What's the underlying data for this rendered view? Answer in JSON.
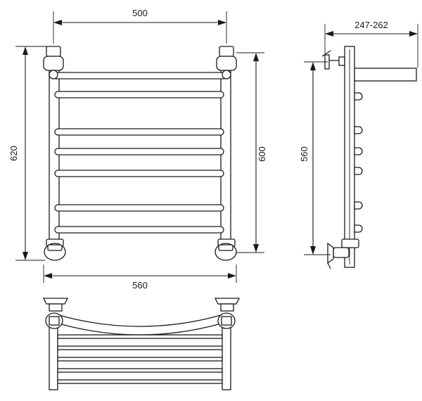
{
  "dimensions": {
    "top_width": "500",
    "left_height": "620",
    "right_height": "600",
    "bottom_width": "560",
    "side_depth": "247-262",
    "side_height": "560"
  }
}
